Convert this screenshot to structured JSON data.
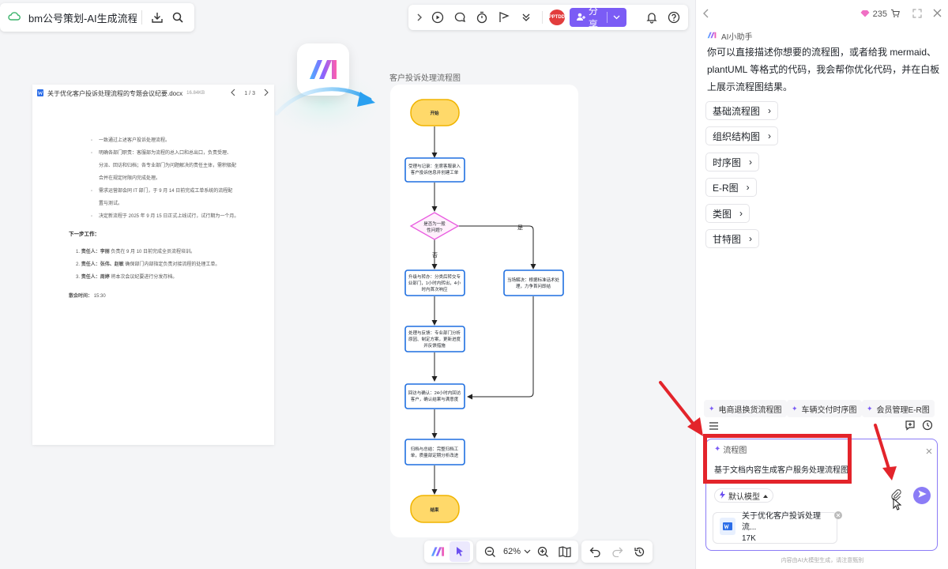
{
  "doc_title": "bm公号策划-AI生成流程图..",
  "toolbar": {
    "avatar_text": "PPTDD",
    "share_label": "分享"
  },
  "document": {
    "filename": "关于优化客户投诉处理流程的专题会议纪要.docx",
    "size": "16.84KB",
    "page": "1 / 3",
    "bullets": [
      "一致通过上述客户投诉处理流程。",
      "明确各部门职责：客服部为流程的总入口和总出口，负责受理、",
      "分派、回访和归档；各专业部门为问题解决的责任主体，需积极配",
      "合并在规定时限内完成处理。",
      "需求运营部会同 IT 部门，于 9 月 14 日前完成工单系统的流程配",
      "置与测试。",
      "决定新流程于 2025 年 9 月 15 日正式上线试行，试行期为一个月。"
    ],
    "next_steps_title": "下一步工作：",
    "tasks": [
      {
        "num": "1.",
        "role": "责任人：李丽",
        "text": "负责在 9 月 10 日前完成全员流程培训。"
      },
      {
        "num": "2.",
        "role": "责任人：张伟、赵敏",
        "text": "确保部门内部指定负责对接流程的处理工单。"
      },
      {
        "num": "3.",
        "role": "责任人：周婷",
        "text": "将本次会议纪要进行分发存档。"
      }
    ],
    "adjourn_label": "散会时间：",
    "adjourn_time": "15:30"
  },
  "flowchart": {
    "title": "客户投诉处理流程图",
    "start": "开始",
    "receive": [
      "受理与记录：坐席客服录入",
      "客户投诉信息并创建工单"
    ],
    "decision": [
      "是否为一般",
      "性问题?"
    ],
    "yes_label": "是",
    "no_label": "否",
    "escalate": [
      "升级与转办：分类后转交专",
      "业部门，1小时内转出，4小",
      "时内首次响应"
    ],
    "resolve_now": [
      "当场解决：根据标准话术处",
      "理，力争首问即结"
    ],
    "process": [
      "处理与反馈：专业部门分析",
      "原因、制定方案，更新进度",
      "并反馈措施"
    ],
    "callback": [
      "回访与确认：24小时内回访",
      "客户，确认结果与满意度"
    ],
    "archive": [
      "归档与总结：完整归档工",
      "单，质量部定期分析改进"
    ],
    "end": "结束"
  },
  "zoom": "62%",
  "panel": {
    "credits": "235",
    "assistant_name": "AI小助手",
    "intro": "你可以直接描述你想要的流程图，或者给我 mermaid、plantUML 等格式的代码，我会帮你优化代码，并在白板上展示流程图结果。",
    "chips": [
      "基础流程图",
      "组织结构图",
      "时序图",
      "E-R图",
      "类图",
      "甘特图"
    ],
    "suggestions": [
      "电商退换货流程图",
      "车辆交付时序图",
      "会员管理E-R图"
    ],
    "input_type": "流程图",
    "input_text": "基于文档内容生成客户服务处理流程图",
    "model": "默认模型",
    "attachment_name": "关于优化客户投诉处理流...",
    "attachment_size": "17K",
    "footer": "内容由AI大模型生成，请注意甄别"
  },
  "colors": {
    "accent": "#7b5cf5",
    "node_border": "#1f6fe0",
    "terminal": "#ffd96a",
    "decision": "#e95ce0",
    "annotation_red": "#e3242b"
  }
}
